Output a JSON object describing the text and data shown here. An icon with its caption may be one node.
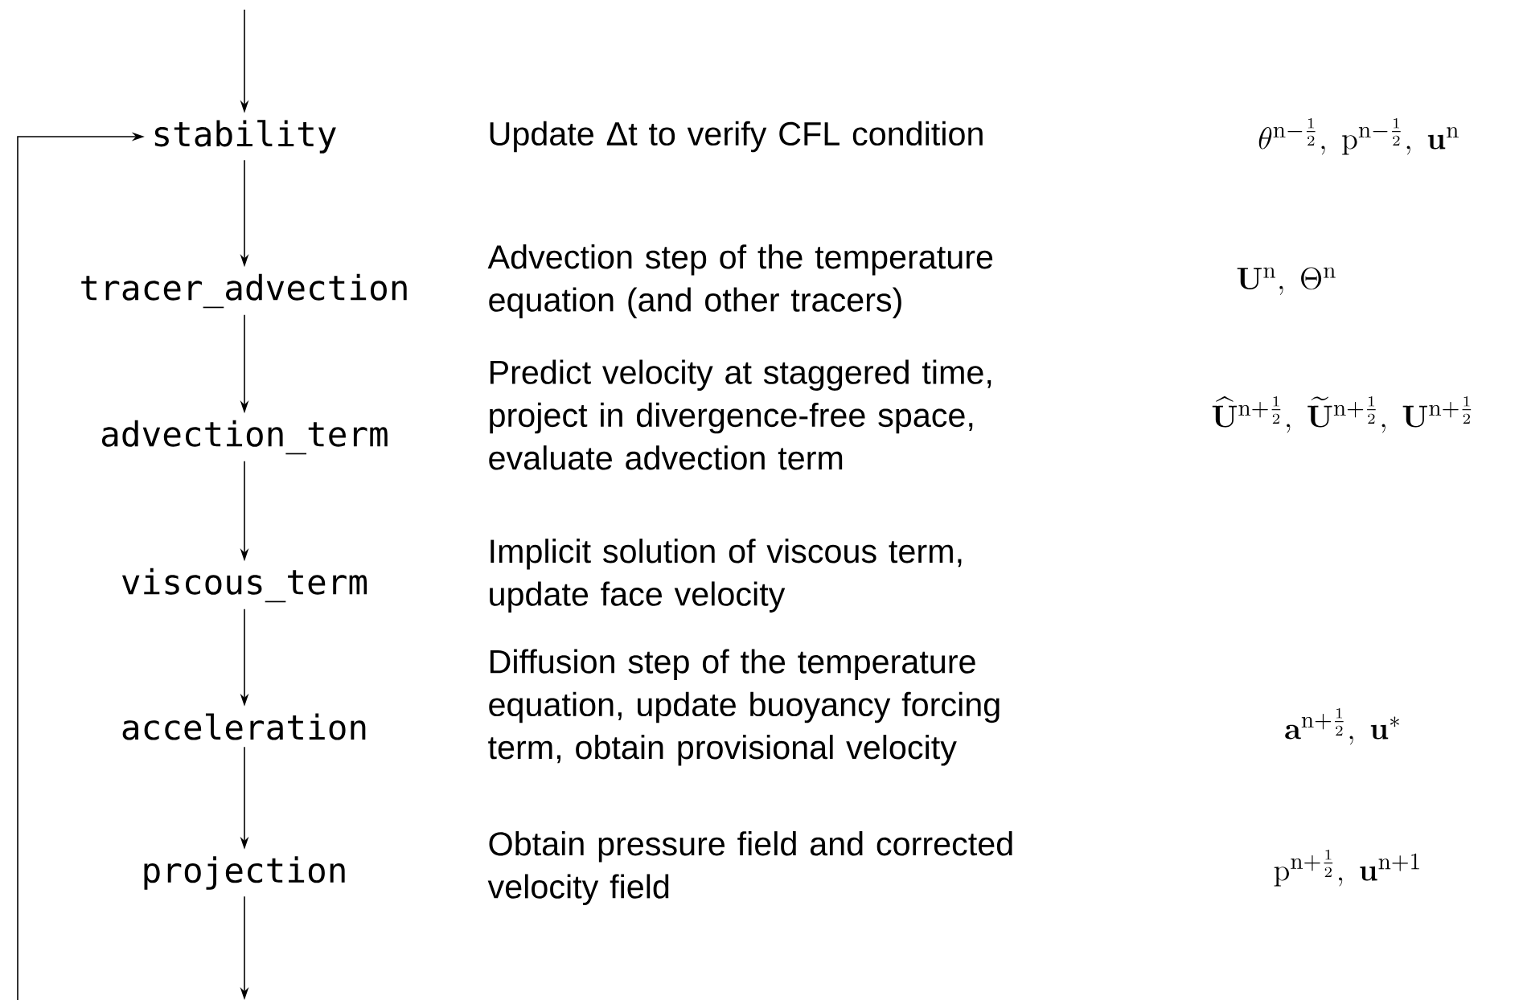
{
  "diagram": {
    "nodes": [
      {
        "text": [
          "stability"
        ]
      },
      {
        "text": [
          "tracer_advection"
        ]
      },
      {
        "text": [
          "advection_term"
        ]
      },
      {
        "text": [
          "viscous_term"
        ]
      },
      {
        "text": [
          "acceleration"
        ]
      },
      {
        "text": [
          "projection"
        ]
      }
    ],
    "edges": [
      {
        "from": null,
        "to": 0,
        "arrow": "to"
      },
      {
        "from": 0,
        "to": 1,
        "arrow": "to"
      },
      {
        "from": 1,
        "to": 2,
        "arrow": "to"
      },
      {
        "from": 2,
        "to": 3,
        "arrow": "to"
      },
      {
        "from": 3,
        "to": 4,
        "arrow": "to"
      },
      {
        "from": 4,
        "to": 5,
        "arrow": "to"
      },
      {
        "from": 5,
        "to": null,
        "arrow": "to"
      },
      {
        "from": null,
        "to": 0,
        "arrow": "to"
      }
    ],
    "labels": [
      "Update Δt to verify CFL condition",
      "\\theta^{\\mathrm{n}-\\frac{1}{2}},\\ \\mathrm{p}^{\\mathrm{n}-\\frac{1}{2}},\\ \\mathbf{u}^{\\mathrm{n}}",
      "Advection step of the temperature equation (and other tracers)",
      "\\mathbf{U}^{\\mathrm{n}},\\ \\Theta^{\\mathrm{n}}",
      "Predict velocity at staggered time, project in divergence-free space, evaluate advection term",
      "\\widehat{\\mathbf{U}}^{\\mathrm{n}+\\frac{1}{2}},\\ \\widetilde{\\mathbf{U}}^{\\mathrm{n}+\\frac{1}{2}},\\ \\mathbf{U}^{\\mathrm{n}+\\frac{1}{2}}",
      "Implicit solution of viscous term, update face velocity",
      "Diffusion step of the temperature equation, update buoyancy forcing term, obtain provisional velocity",
      "\\mathbf{a}^{\\mathrm{n}+\\frac{1}{2}},\\ \\mathbf{u}^{*}",
      "Obtain pressure field and corrected velocity field",
      "\\mathrm{p}^{\\mathrm{n}+\\frac{1}{2}},\\ \\mathbf{u}^{\\mathrm{n}+1}"
    ]
  }
}
